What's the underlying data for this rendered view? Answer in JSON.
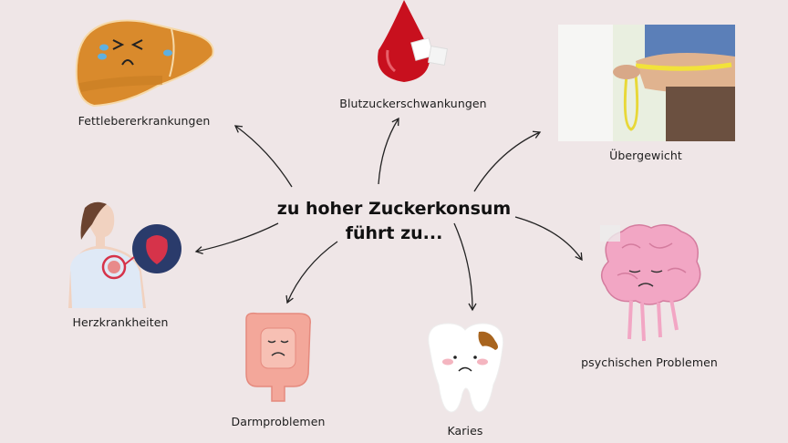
{
  "title": {
    "line1": "zu hoher Zuckerkonsum",
    "line2": "führt zu..."
  },
  "effects": [
    {
      "label": "Fettlebererkrankungen",
      "icon": "sad-liver-icon"
    },
    {
      "label": "Blutzuckerschwankungen",
      "icon": "blood-drop-sugar-icon"
    },
    {
      "label": "Übergewicht",
      "icon": "waist-measuring-photo"
    },
    {
      "label": "Herzkrankheiten",
      "icon": "heart-disease-icon"
    },
    {
      "label": "Darmproblemen",
      "icon": "sad-intestine-icon"
    },
    {
      "label": "Karies",
      "icon": "decayed-tooth-icon"
    },
    {
      "label": "psychischen Problemen",
      "icon": "sad-brain-icon"
    }
  ],
  "colors": {
    "background": "#efe6e7",
    "liver": "#d98a2c",
    "blood": "#c8101e",
    "brain": "#f2a6c4",
    "intestine": "#f3a79a"
  }
}
